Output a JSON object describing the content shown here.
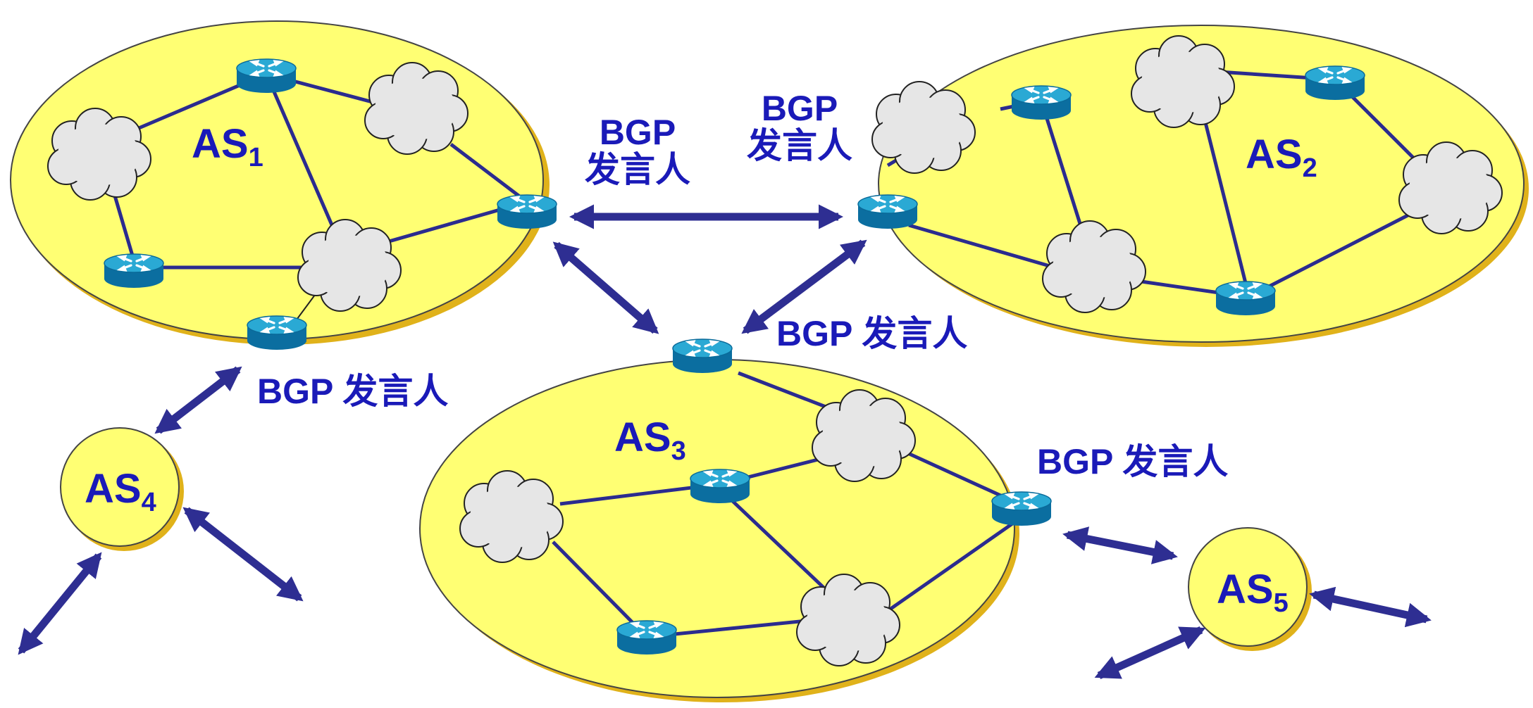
{
  "speaker_label": "BGP 发言人",
  "speaker_label_line1": "BGP",
  "speaker_label_line2": "发言人",
  "autonomous_systems": [
    {
      "prefix": "AS",
      "sub": "1"
    },
    {
      "prefix": "AS",
      "sub": "2"
    },
    {
      "prefix": "AS",
      "sub": "3"
    },
    {
      "prefix": "AS",
      "sub": "4"
    },
    {
      "prefix": "AS",
      "sub": "5"
    }
  ],
  "colors": {
    "as_fill": "#ffff73",
    "as_shadow": "#e0b21a",
    "link": "#2b2b8f",
    "arrow": "#2e2e92",
    "label": "#1a1ab8",
    "router_top": "#2aa9d4",
    "router_side": "#0b6ea0",
    "cloud": "#e6e6e6"
  }
}
